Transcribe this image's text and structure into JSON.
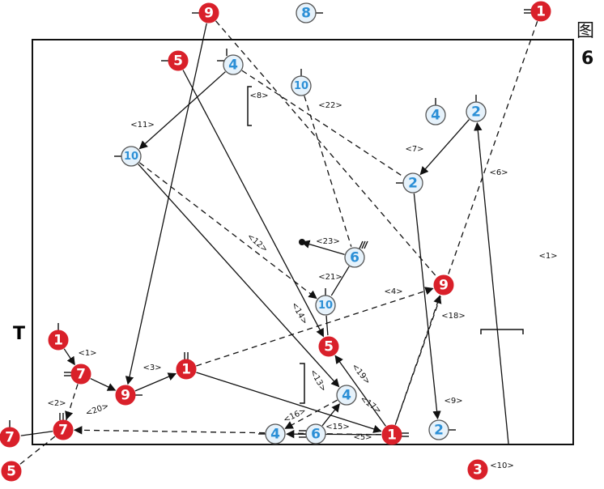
{
  "figure": {
    "caption_cn": "图",
    "caption_number": "6",
    "side_mark": "T"
  },
  "colors": {
    "red": "#d9202a",
    "blue": "#2b8fd6",
    "blue_fill": "#e6f2fb",
    "line": "#111111"
  },
  "players": [
    {
      "id": "r9-top",
      "team": "red",
      "label": "9"
    },
    {
      "id": "b8-top",
      "team": "blue",
      "label": "8"
    },
    {
      "id": "r1-top",
      "team": "red",
      "label": "1"
    },
    {
      "id": "r5-a",
      "team": "red",
      "label": "5"
    },
    {
      "id": "b4-a",
      "team": "blue",
      "label": "4"
    },
    {
      "id": "b10-a",
      "team": "blue",
      "label": "10"
    },
    {
      "id": "b4-b",
      "team": "blue",
      "label": "4"
    },
    {
      "id": "b2-a",
      "team": "blue",
      "label": "2"
    },
    {
      "id": "b10-b",
      "team": "blue",
      "label": "10"
    },
    {
      "id": "b2-b",
      "team": "blue",
      "label": "2"
    },
    {
      "id": "b6-a",
      "team": "blue",
      "label": "6"
    },
    {
      "id": "b10-c",
      "team": "blue",
      "label": "10"
    },
    {
      "id": "r9-b",
      "team": "red",
      "label": "9"
    },
    {
      "id": "r5-b",
      "team": "red",
      "label": "5"
    },
    {
      "id": "r1-a",
      "team": "red",
      "label": "1"
    },
    {
      "id": "r7-a",
      "team": "red",
      "label": "7"
    },
    {
      "id": "r9-c",
      "team": "red",
      "label": "9"
    },
    {
      "id": "r1-b",
      "team": "red",
      "label": "1"
    },
    {
      "id": "b4-c",
      "team": "blue",
      "label": "4"
    },
    {
      "id": "r7-b",
      "team": "red",
      "label": "7"
    },
    {
      "id": "r7-c",
      "team": "red",
      "label": "7"
    },
    {
      "id": "b4-d",
      "team": "blue",
      "label": "4"
    },
    {
      "id": "b6-b",
      "team": "blue",
      "label": "6"
    },
    {
      "id": "r1-c",
      "team": "red",
      "label": "1"
    },
    {
      "id": "b2-c",
      "team": "blue",
      "label": "2"
    },
    {
      "id": "r5-c",
      "team": "red",
      "label": "5"
    },
    {
      "id": "r3-a",
      "team": "red",
      "label": "3"
    }
  ],
  "step_labels": [
    {
      "id": "s1-right",
      "text": "<1>"
    },
    {
      "id": "s1-left",
      "text": "<1>"
    },
    {
      "id": "s2",
      "text": "<2>"
    },
    {
      "id": "s3",
      "text": "<3>"
    },
    {
      "id": "s4",
      "text": "<4>"
    },
    {
      "id": "s5",
      "text": "<5>"
    },
    {
      "id": "s6",
      "text": "<6>"
    },
    {
      "id": "s7",
      "text": "<7>"
    },
    {
      "id": "s8",
      "text": "<8>"
    },
    {
      "id": "s9",
      "text": "<9>"
    },
    {
      "id": "s10",
      "text": "<10>"
    },
    {
      "id": "s11",
      "text": "<11>"
    },
    {
      "id": "s12",
      "text": "<12>"
    },
    {
      "id": "s13",
      "text": "<13>"
    },
    {
      "id": "s14",
      "text": "<14>"
    },
    {
      "id": "s15",
      "text": "<15>"
    },
    {
      "id": "s16",
      "text": "<16>"
    },
    {
      "id": "s17",
      "text": "<17>"
    },
    {
      "id": "s18",
      "text": "<18>"
    },
    {
      "id": "s19",
      "text": "<19>"
    },
    {
      "id": "s20",
      "text": "<20>"
    },
    {
      "id": "s21",
      "text": "<21>"
    },
    {
      "id": "s22",
      "text": "<22>"
    },
    {
      "id": "s23",
      "text": "<23>"
    }
  ]
}
